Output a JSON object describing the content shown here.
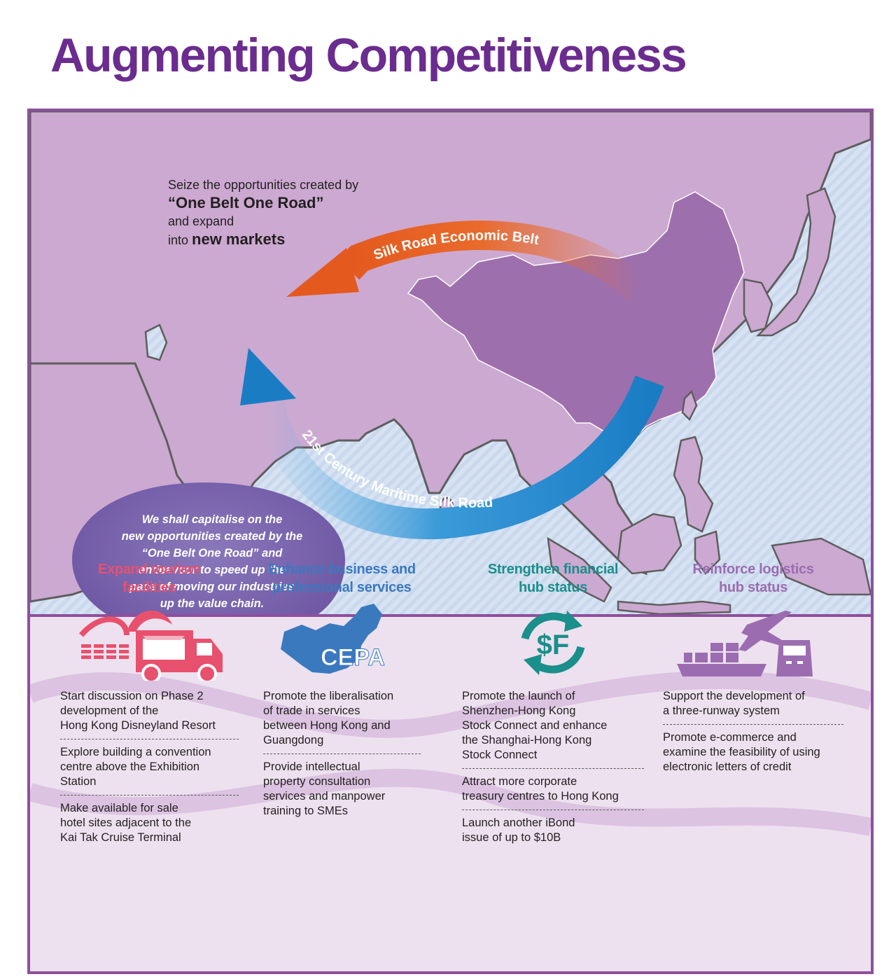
{
  "title": "Augmenting Competitiveness",
  "intro": {
    "line1": "Seize the opportunities created by",
    "line2": "“One Belt One Road”",
    "line3": "and expand",
    "line4_prefix": "into ",
    "line4_strong": "new markets"
  },
  "routes": {
    "land": "Silk Road Economic Belt",
    "sea": "21st Century Maritime Silk Road"
  },
  "bubble": {
    "lines": [
      "We shall capitalise on the",
      "new opportunities created by the",
      "“One Belt One Road” and",
      "endeavour to speed up the",
      "pace of moving our industries",
      "up the value chain."
    ]
  },
  "icon_text": {
    "cepa": "CEPA",
    "currency": "$F"
  },
  "columns": [
    {
      "heading": [
        "Expand tourism",
        "facilities"
      ],
      "color": "#e8516e",
      "icon": "food-truck-icon",
      "items": [
        [
          "Start discussion on Phase 2",
          "development of the",
          "Hong Kong Disneyland Resort"
        ],
        [
          "Explore building a convention",
          "centre above the Exhibition",
          "Station"
        ],
        [
          "Make available for sale",
          "hotel sites adjacent to the",
          "Kai Tak Cruise Terminal"
        ]
      ]
    },
    {
      "heading": [
        "Enhance business and",
        "professional services"
      ],
      "color": "#3a79be",
      "icon": "china-map-cepa-icon",
      "items": [
        [
          "Promote the liberalisation",
          "of trade in services",
          "between Hong Kong and",
          "Guangdong"
        ],
        [
          "Provide intellectual",
          "property consultation",
          "services and manpower",
          "training to SMEs"
        ]
      ]
    },
    {
      "heading": [
        "Strengthen financial",
        "hub status"
      ],
      "color": "#1a8f8b",
      "icon": "currency-exchange-icon",
      "items": [
        [
          "Promote the launch of",
          "Shenzhen-Hong Kong",
          "Stock Connect and enhance",
          "the Shanghai-Hong Kong",
          "Stock Connect"
        ],
        [
          "Attract more corporate",
          "treasury centres to Hong Kong"
        ],
        [
          "Launch another iBond",
          "issue of up to $10B"
        ]
      ]
    },
    {
      "heading": [
        "Reinforce logistics",
        "hub status"
      ],
      "color": "#9b6db0",
      "icon": "logistics-icon",
      "items": [
        [
          "Support the development of",
          "a three-runway system"
        ],
        [
          "Promote e-commerce and",
          "examine the feasibility of using",
          "electronic letters of credit"
        ]
      ]
    }
  ],
  "colors": {
    "title": "#6b2c8f",
    "frame": "#8e4f9e",
    "land": "#cca9d1",
    "china": "#9e6fad",
    "sea": "#d7e3f3",
    "orange_arrow": "#e4591e",
    "blue_arrow": "#1a7dc4",
    "bubble": "#7e67ae"
  }
}
